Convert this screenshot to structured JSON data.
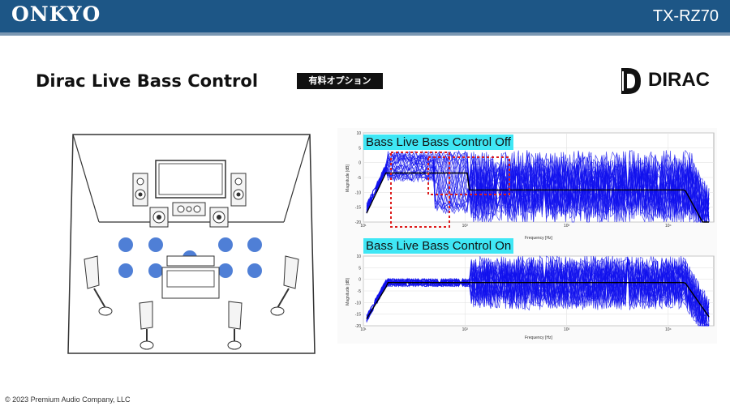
{
  "header": {
    "brand": "ONKYO",
    "model": "TX-RZ70"
  },
  "slide": {
    "title": "Dirac Live Bass Control",
    "badge": "有料オプション",
    "logo_text": "DIRAC"
  },
  "graphs": {
    "off": {
      "caption": "Bass Live Bass Control Off",
      "ylabel": "Magnitude [dB]",
      "xlabel": "Frequency [Hz]",
      "y_ticks": [
        "10",
        "5",
        "0",
        "-5",
        "-10",
        "-15",
        "-20"
      ],
      "x_ticks": [
        "10¹",
        "10²",
        "10³",
        "10⁴"
      ]
    },
    "on": {
      "caption": "Bass Live Bass Control On",
      "ylabel": "Magnitude [dB]",
      "xlabel": "Frequency [Hz]",
      "y_ticks": [
        "10",
        "5",
        "0",
        "-5",
        "-10",
        "-15",
        "-20"
      ],
      "x_ticks": [
        "10¹",
        "10²",
        "10³",
        "10⁴"
      ]
    }
  },
  "colors": {
    "header": "#1d5686",
    "trace": "#1010ee",
    "highlight": "#3fe7f5",
    "dashed_box": "#dd1b1b",
    "seat_dot": "#4f7fd6"
  },
  "footer": {
    "copyright": "© 2023 Premium Audio Company, LLC"
  }
}
